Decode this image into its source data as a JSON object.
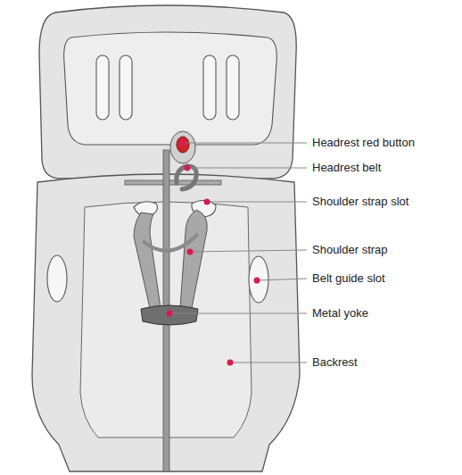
{
  "diagram": {
    "labels": [
      "Headrest red button",
      "Headrest belt",
      "Shoulder strap slot",
      "Shoulder strap",
      "Belt guide slot",
      "Metal yoke",
      "Backrest"
    ]
  }
}
